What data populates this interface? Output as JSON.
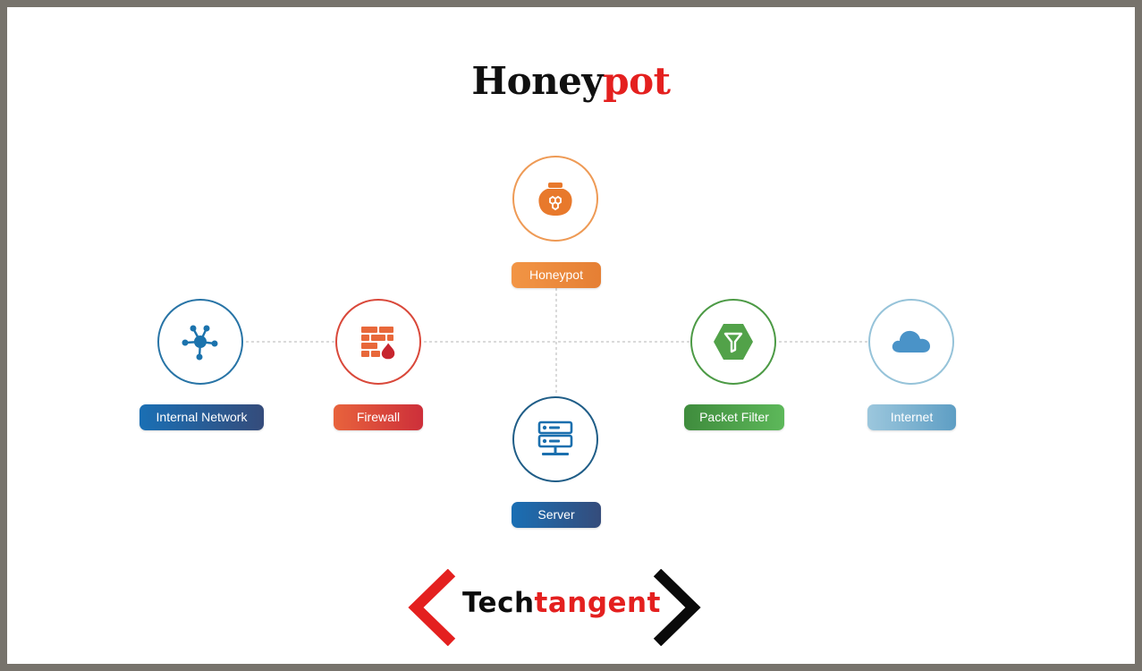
{
  "title": {
    "text_main": "Honey",
    "text_accent": "pot"
  },
  "nodes": {
    "honeypot": {
      "label": "Honeypot",
      "icon": "honeypot-jar-icon",
      "color": "#ec8a3b"
    },
    "internal": {
      "label": "Internal Network",
      "icon": "network-hub-icon",
      "color": "#1c6fa6"
    },
    "firewall": {
      "label": "Firewall",
      "icon": "firewall-icon",
      "color": "#e0533c"
    },
    "server": {
      "label": "Server",
      "icon": "server-icon",
      "color": "#1c5f92"
    },
    "packet_filter": {
      "label": "Packet Filter",
      "icon": "filter-icon",
      "color": "#4a9c44"
    },
    "internet": {
      "label": "Internet",
      "icon": "cloud-icon",
      "color": "#8ebfd6"
    }
  },
  "brand": {
    "text_main": "Tech",
    "text_accent": "tangent",
    "accent_color": "#e4201f"
  }
}
